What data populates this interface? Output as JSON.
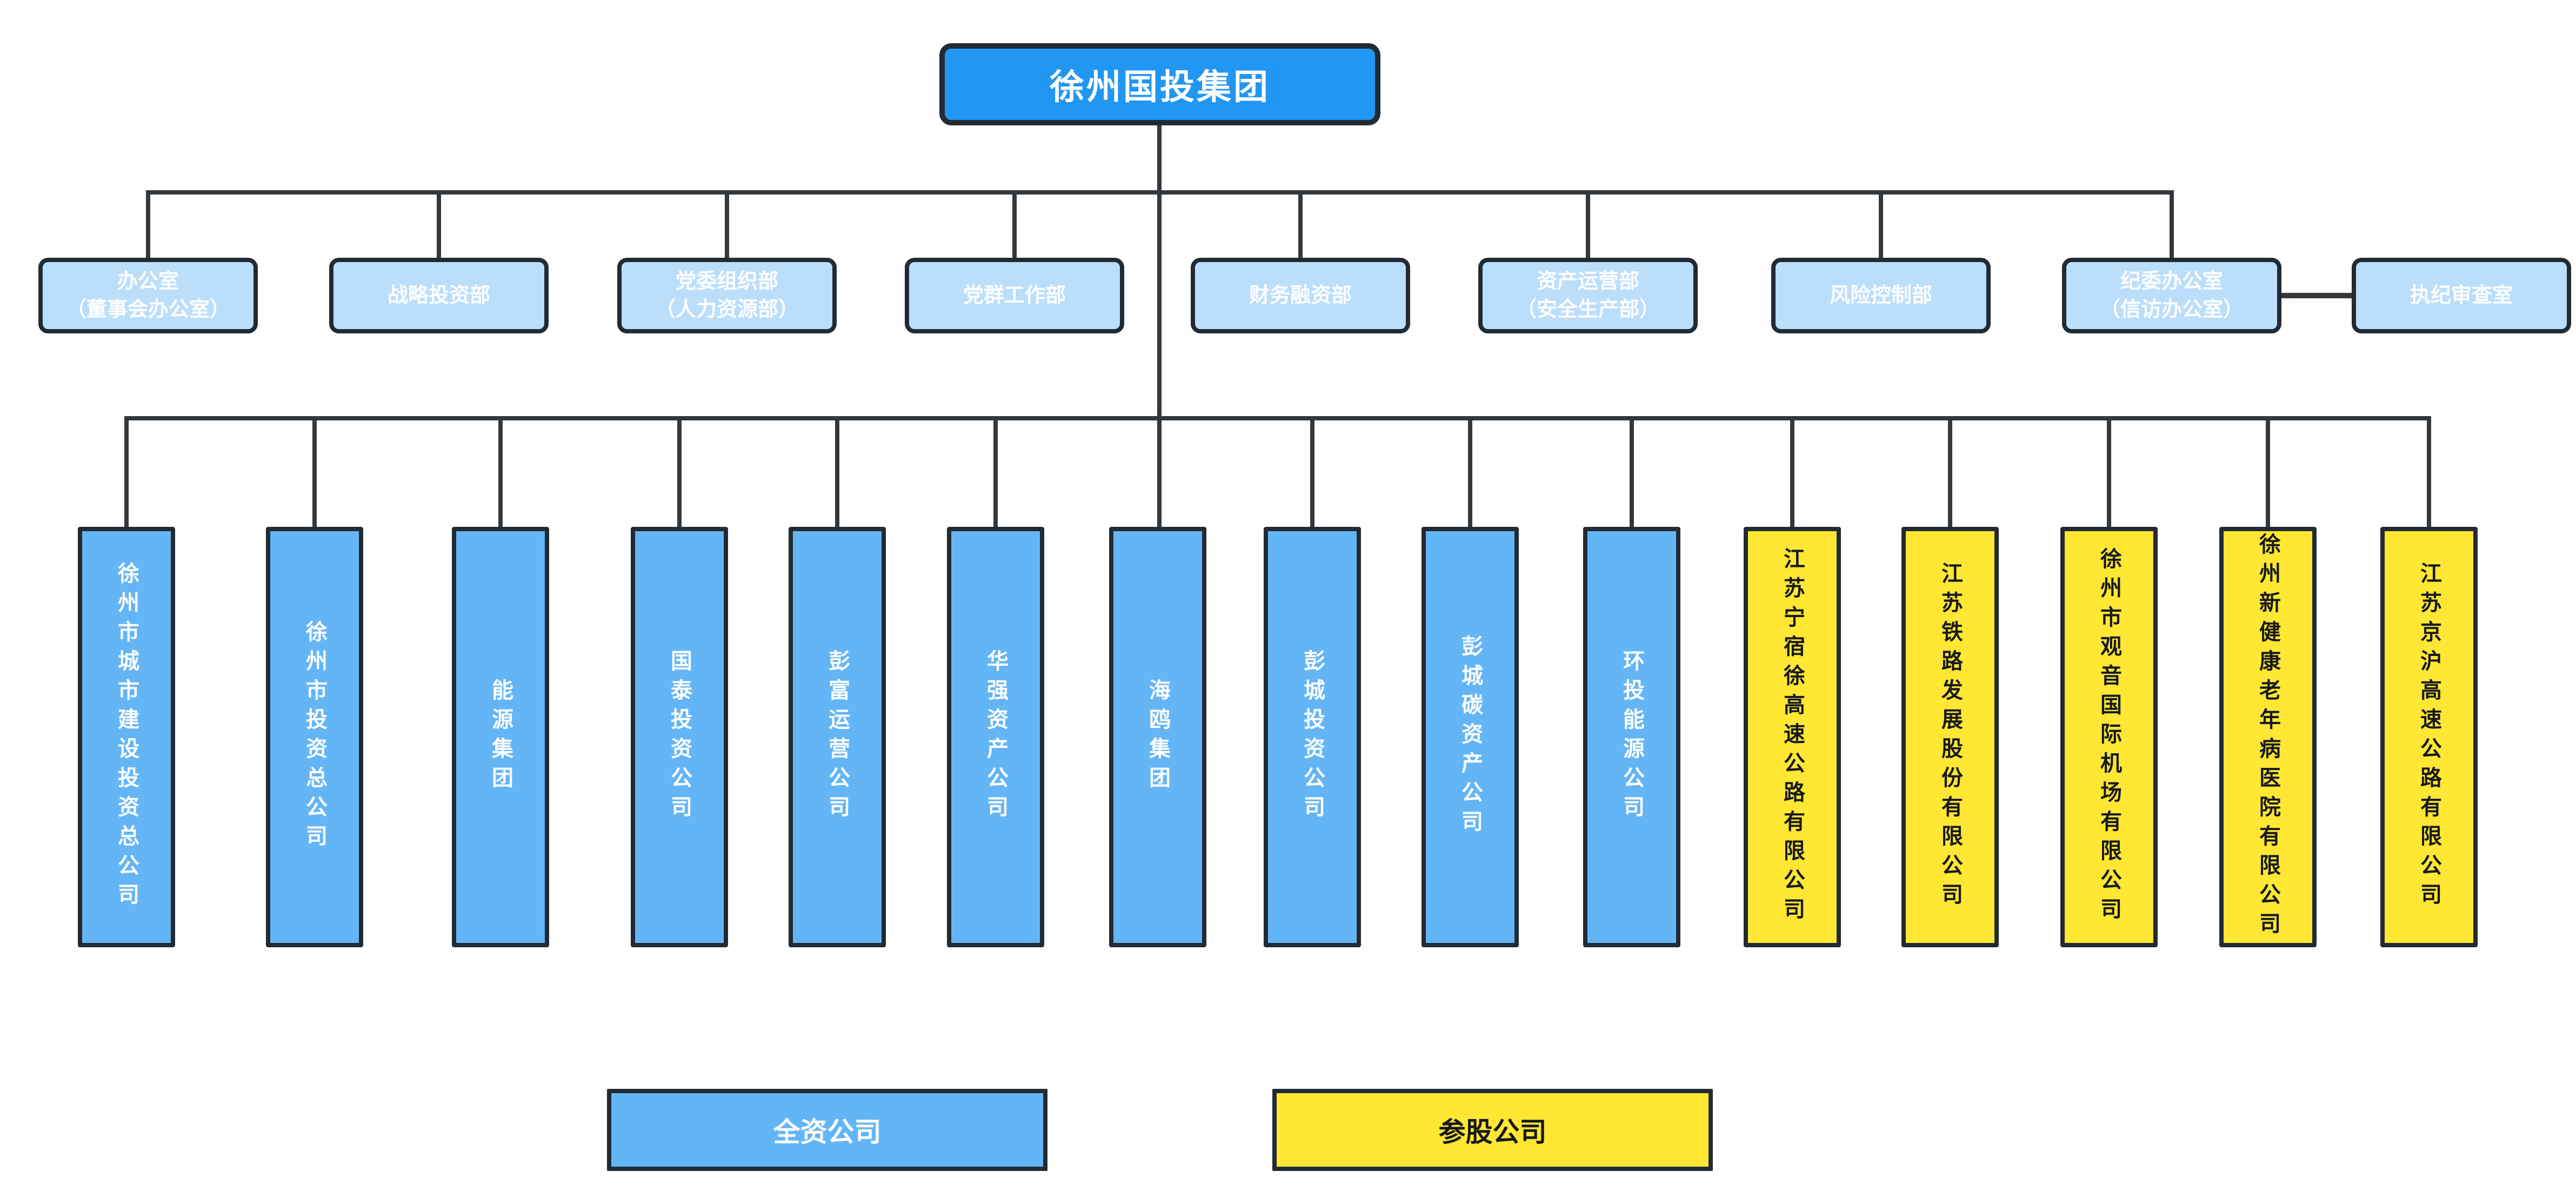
{
  "root": {
    "label": "徐州国投集团"
  },
  "departments": [
    {
      "lines": [
        "办公室",
        "（董事会办公室）"
      ]
    },
    {
      "lines": [
        "战略投资部"
      ]
    },
    {
      "lines": [
        "党委组织部",
        "（人力资源部）"
      ]
    },
    {
      "lines": [
        "党群工作部"
      ]
    },
    {
      "lines": [
        "财务融资部"
      ]
    },
    {
      "lines": [
        "资产运营部",
        "（安全生产部）"
      ]
    },
    {
      "lines": [
        "风险控制部"
      ]
    },
    {
      "lines": [
        "纪委办公室",
        "（信访办公室）"
      ]
    },
    {
      "lines": [
        "执纪审查室"
      ]
    }
  ],
  "companies": [
    {
      "name": "徐州市城市建设投资总公司",
      "type": "wholly-owned"
    },
    {
      "name": "徐州市投资总公司",
      "type": "wholly-owned"
    },
    {
      "name": "能源集团",
      "type": "wholly-owned"
    },
    {
      "name": "国泰投资公司",
      "type": "wholly-owned"
    },
    {
      "name": "彭富运营公司",
      "type": "wholly-owned"
    },
    {
      "name": "华强资产公司",
      "type": "wholly-owned"
    },
    {
      "name": "海鸥集团",
      "type": "wholly-owned"
    },
    {
      "name": "彭城投资公司",
      "type": "wholly-owned"
    },
    {
      "name": "彭城碳资产公司",
      "type": "wholly-owned"
    },
    {
      "name": "环投能源公司",
      "type": "wholly-owned"
    },
    {
      "name": "江苏宁宿徐高速公路有限公司",
      "type": "equity-participation"
    },
    {
      "name": "江苏铁路发展股份有限公司",
      "type": "equity-participation"
    },
    {
      "name": "徐州市观音国际机场有限公司",
      "type": "equity-participation"
    },
    {
      "name": "徐州新健康老年病医院有限公司",
      "type": "equity-participation"
    },
    {
      "name": "江苏京沪高速公路有限公司",
      "type": "equity-participation"
    }
  ],
  "legend": {
    "wholly": {
      "label": "全资公司"
    },
    "equity": {
      "label": "参股公司"
    }
  },
  "colors": {
    "root_fill": "#2196f3",
    "department_fill": "#bbdefb",
    "wholly_owned_fill": "#64b5f6",
    "equity_participation_fill": "#ffe733",
    "border": "#222b33",
    "connector_line": "#33383d",
    "text_on_blue": "#ffffff",
    "text_on_yellow": "#17191b"
  }
}
